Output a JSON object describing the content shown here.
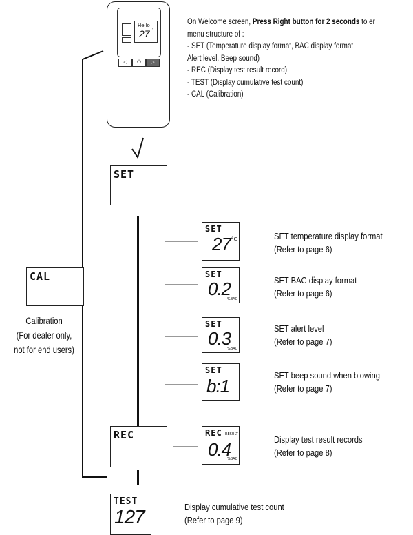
{
  "intro": {
    "lines": [
      {
        "pre": "On Welcome screen, ",
        "bold": "Press Right button for 2 seconds",
        "post": " to er"
      },
      {
        "pre": "menu structure of :",
        "bold": "",
        "post": ""
      },
      {
        "pre": "- SET (Temperature display format, BAC display format,",
        "bold": "",
        "post": ""
      },
      {
        "pre": "Alert level, Beep sound)",
        "bold": "",
        "post": ""
      },
      {
        "pre": "- REC (Display test result record)",
        "bold": "",
        "post": ""
      },
      {
        "pre": "- TEST (Display cumulative test count)",
        "bold": "",
        "post": ""
      },
      {
        "pre": "- CAL (Calibration)",
        "bold": "",
        "post": ""
      }
    ]
  },
  "device": {
    "screen_hello": "Hello",
    "screen_value": "27",
    "screen_unit": "°",
    "left_btn": "◁",
    "power_btn": "⏻",
    "right_btn": "▷"
  },
  "set_box": {
    "label": "SET"
  },
  "rec_box": {
    "label": "REC"
  },
  "cal_box": {
    "label": "CAL"
  },
  "test_box": {
    "label": "TEST",
    "value": "127"
  },
  "cal_caption": [
    "Calibration",
    "(For dealer only,",
    "not for end users)"
  ],
  "set_items": [
    {
      "label": "SET",
      "value": "27",
      "unit": "°C",
      "desc": "SET temperature display format",
      "ref": "(Refer to page 6)"
    },
    {
      "label": "SET",
      "value": "0.2",
      "unit": "%BAC",
      "desc": "SET BAC display format",
      "ref": "(Refer to page 6)"
    },
    {
      "label": "SET",
      "value": "0.3",
      "unit": "%BAC",
      "desc": "SET alert level",
      "ref": "(Refer to page 7)"
    },
    {
      "label": "SET",
      "value": "b:1",
      "unit": "",
      "desc": "SET beep sound when blowing",
      "ref": "(Refer to page 7)"
    }
  ],
  "rec_item": {
    "label": "REC",
    "tag": "RESULT",
    "value": "0.4",
    "unit": "%BAC",
    "desc": "Display test result records",
    "ref": "(Refer to page 8)"
  },
  "test_item": {
    "desc": "Display cumulative test count",
    "ref": "(Refer to page 9)"
  }
}
